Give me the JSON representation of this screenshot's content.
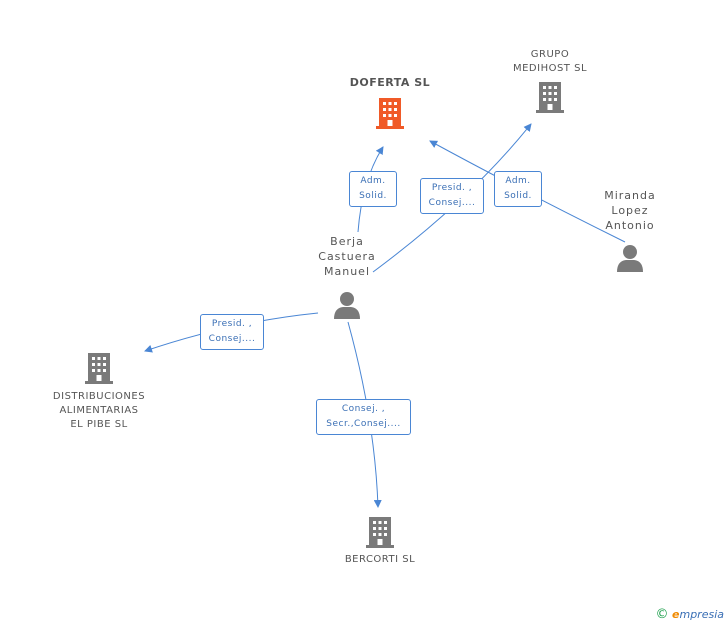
{
  "nodes": {
    "doferta": {
      "label": "DOFERTA SL",
      "color": "#f05a28"
    },
    "grupo": {
      "label": "GRUPO\nMEDIHOST SL",
      "color": "#7a7a7a"
    },
    "miranda": {
      "label": "Miranda\nLopez\nAntonio",
      "color": "#7a7a7a"
    },
    "berja": {
      "label": "Berja\nCastuera\nManuel",
      "color": "#7a7a7a"
    },
    "distribuciones": {
      "label": "DISTRIBUCIONES\nALIMENTARIAS\nEL PIBE SL",
      "color": "#7a7a7a"
    },
    "bercorti": {
      "label": "BERCORTI SL",
      "color": "#7a7a7a"
    }
  },
  "edges": {
    "berja_doferta": "Adm.\nSolid.",
    "berja_grupo": "Presid. ,\nConsej....",
    "miranda_doferta": "Adm.\nSolid.",
    "berja_distribuciones": "Presid. ,\nConsej....",
    "berja_bercorti": "Consej. ,\nSecr.,Consej...."
  },
  "edge_color": "#4a86d4",
  "brand": {
    "copyright": "©",
    "first": "e",
    "rest": "mpresia"
  }
}
